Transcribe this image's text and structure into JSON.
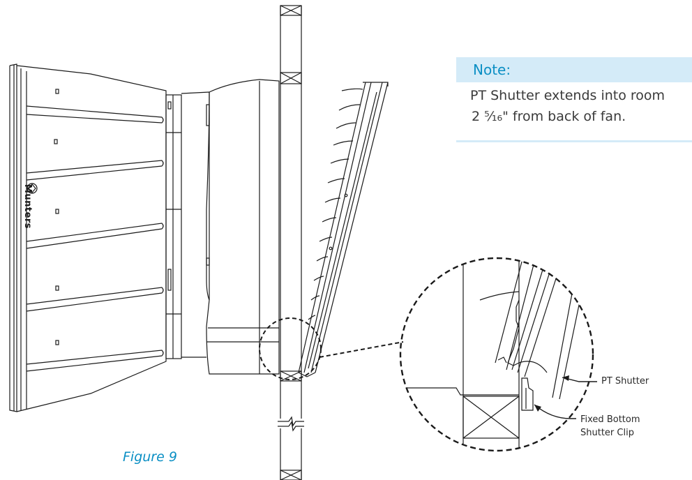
{
  "note": {
    "title": "Note:",
    "line1": "PT Shutter extends into room",
    "line2": "2 ⁵⁄₁₆\" from back of fan."
  },
  "callouts": {
    "pt_shutter": "PT Shutter",
    "fixed_clip_line1": "Fixed Bottom",
    "fixed_clip_line2": "Shutter Clip"
  },
  "brand": "Munters",
  "caption": "Figure 9",
  "colors": {
    "accent": "#0b8fc4",
    "note_background": "#d4ebf8",
    "line_art": "#1a1a1a"
  }
}
